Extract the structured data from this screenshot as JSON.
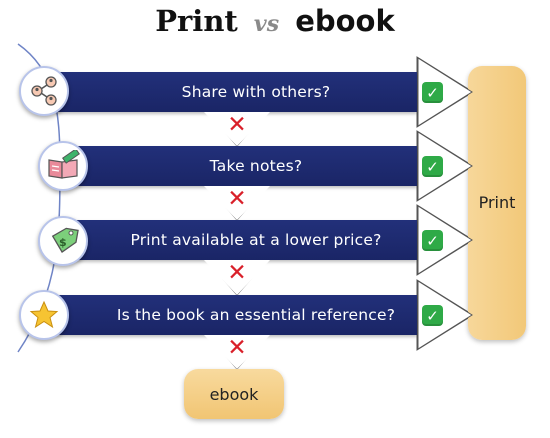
{
  "title": {
    "print": "Print",
    "vs": "vs",
    "ebook": "ebook"
  },
  "questions": [
    {
      "label": "Share with others?",
      "icon": "share-network-icon"
    },
    {
      "label": "Take notes?",
      "icon": "notebook-pen-icon"
    },
    {
      "label": "Print available at a lower price?",
      "icon": "price-tag-icon"
    },
    {
      "label": "Is the book an essential reference?",
      "icon": "star-icon"
    }
  ],
  "yes_mark": "✓",
  "no_mark": "✕",
  "outcomes": {
    "print": "Print",
    "ebook": "ebook"
  },
  "colors": {
    "bar": "#1f2a70",
    "outcome": "#f4cd82",
    "check": "#2faa47",
    "cross": "#d9202a"
  }
}
